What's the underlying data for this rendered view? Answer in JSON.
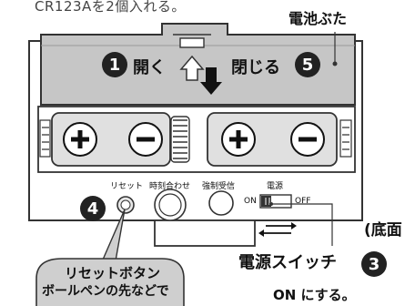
{
  "top_note": "CR123Aを2個入れる。",
  "lid_label": "電池ぶた",
  "open_step": "1",
  "open_label": "開く",
  "close_label": "閉じる",
  "close_step": "5",
  "reset_label": "リセット",
  "time_set_label": "時刻合わせ",
  "forced_rx_label": "強制受信",
  "power_label": "電源",
  "on_label": "ON",
  "off_label": "OFF",
  "reset_step": "4",
  "power_step": "3",
  "bottom_label": "(底面",
  "power_switch_label": "電源スイッチ",
  "power_switch_instruction": "ON にする。",
  "reset_bubble_line1": "リセットボタン",
  "reset_bubble_line2": "ボールペンの先などで",
  "colors": {
    "lid": "#c8c8c8",
    "body": "#ffffff",
    "outline": "#333333",
    "step_circle": "#222222"
  }
}
